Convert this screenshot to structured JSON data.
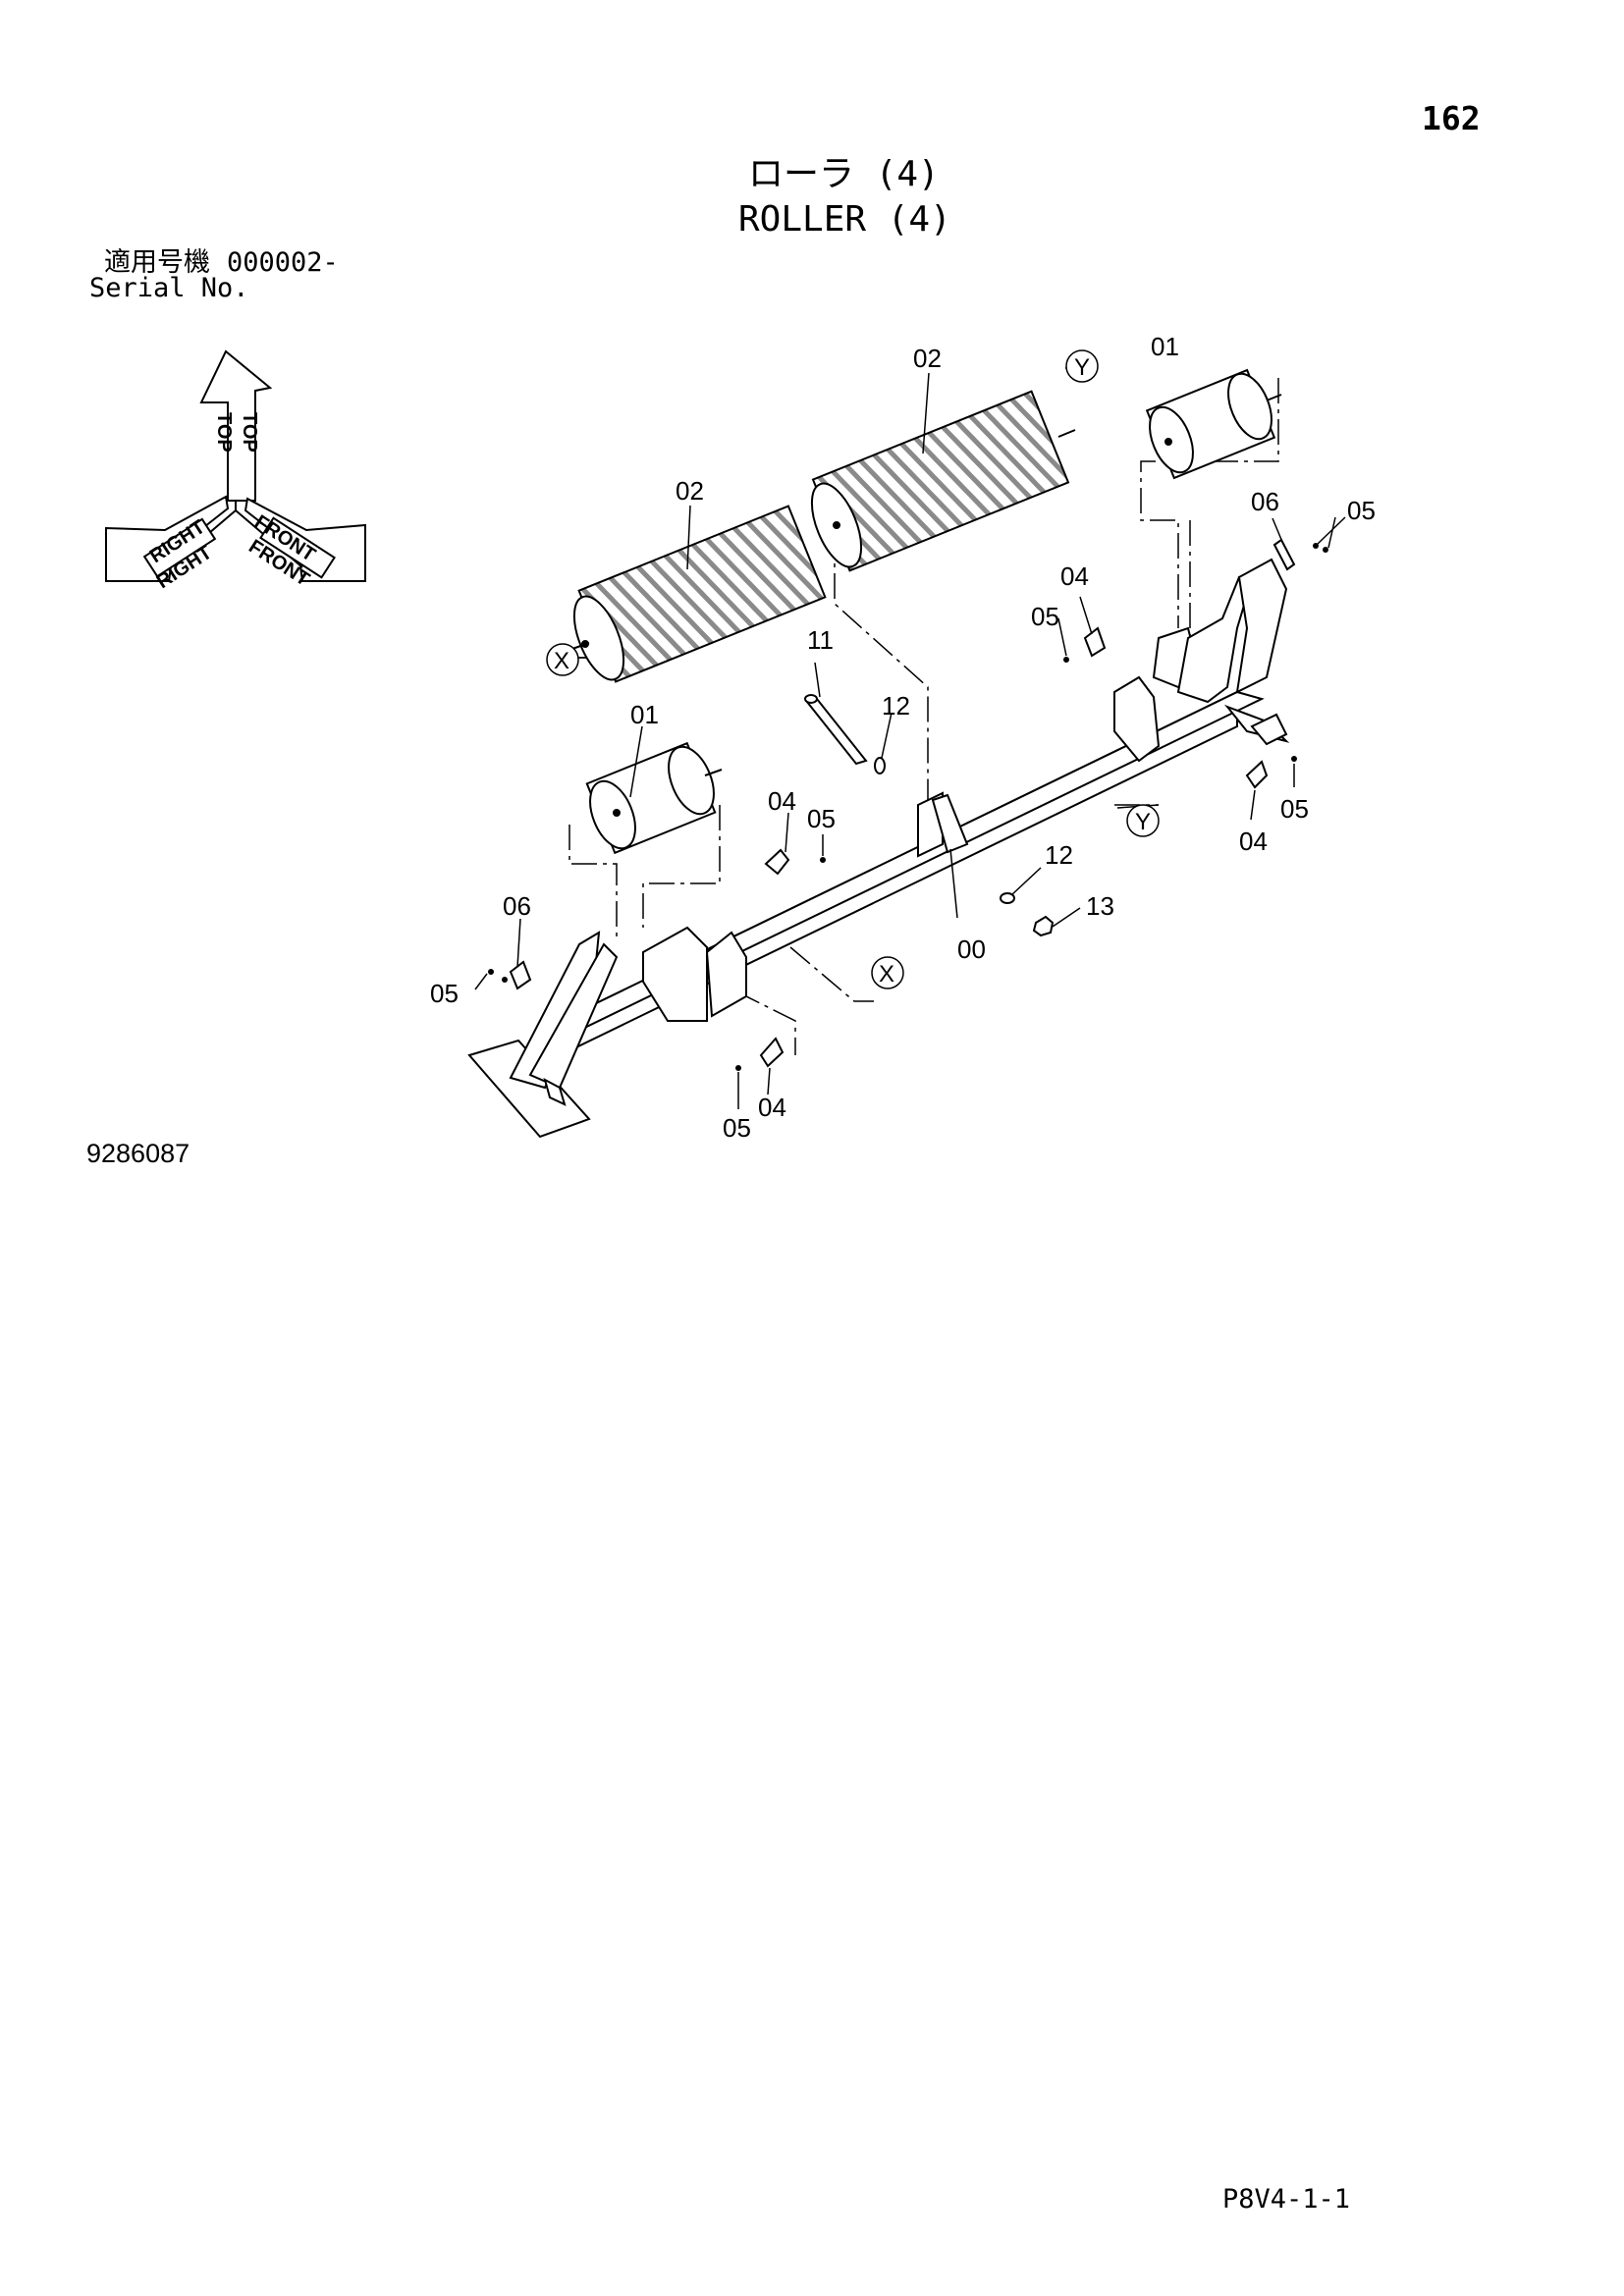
{
  "page": {
    "number": "162",
    "title_jp": "ローラ (4)",
    "title_en": "ROLLER (4)",
    "serial_label_jp": "適用号機",
    "serial_value": "000002-",
    "serial_label_en": "Serial No.",
    "drawing_number": "9286087",
    "page_code": "P8V4-1-1"
  },
  "orientation": {
    "top": "TOP",
    "right": "RIGHT",
    "front": "FRONT"
  },
  "parts": [
    "00",
    "01",
    "02",
    "04",
    "05",
    "06",
    "11",
    "12",
    "13"
  ],
  "callouts": {
    "c00": "00",
    "c01a": "01",
    "c01b": "01",
    "c02a": "02",
    "c02b": "02",
    "c04a": "04",
    "c04b": "04",
    "c04c": "04",
    "c04d": "04",
    "c05a": "05",
    "c05b": "05",
    "c05c": "05",
    "c05d": "05",
    "c05e": "05",
    "c06a": "06",
    "c06b": "06",
    "c11": "11",
    "c12a": "12",
    "c12b": "12",
    "c13": "13"
  },
  "connection_marks": {
    "x1": "X",
    "x2": "X",
    "y1": "Y",
    "y2": "Y"
  }
}
